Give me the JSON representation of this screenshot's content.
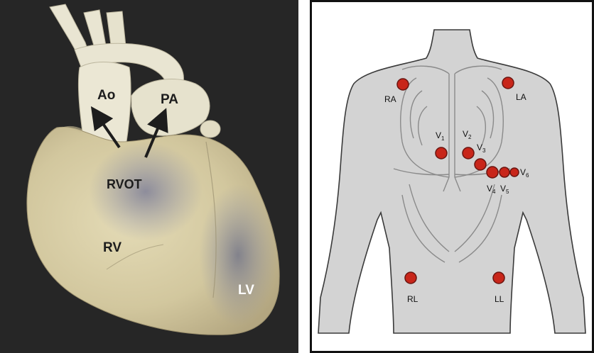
{
  "heart_panel": {
    "labels": {
      "aorta": "Ao",
      "pulmonary_artery": "PA",
      "rvot": "RVOT",
      "right_ventricle": "RV",
      "left_ventricle": "LV"
    },
    "colors": {
      "background": "#262626",
      "tissue": "#d9cfa8",
      "vessel": "#e9e5d2",
      "rvot_shade": "#8c8ea4"
    }
  },
  "ecg_panel": {
    "electrodes": {
      "ra": "RA",
      "la": "LA",
      "rl": "RL",
      "ll": "LL",
      "v1": {
        "base": "V",
        "sub": "1"
      },
      "v2": {
        "base": "V",
        "sub": "2"
      },
      "v3": {
        "base": "V",
        "sub": "3"
      },
      "v4": {
        "base": "V",
        "sub": "4"
      },
      "v5": {
        "base": "V",
        "sub": "5"
      },
      "v6": {
        "base": "V",
        "sub": "6"
      }
    },
    "colors": {
      "body": "#d3d3d3",
      "outline": "#3a3a3a",
      "electrode": "#c8261a"
    }
  }
}
